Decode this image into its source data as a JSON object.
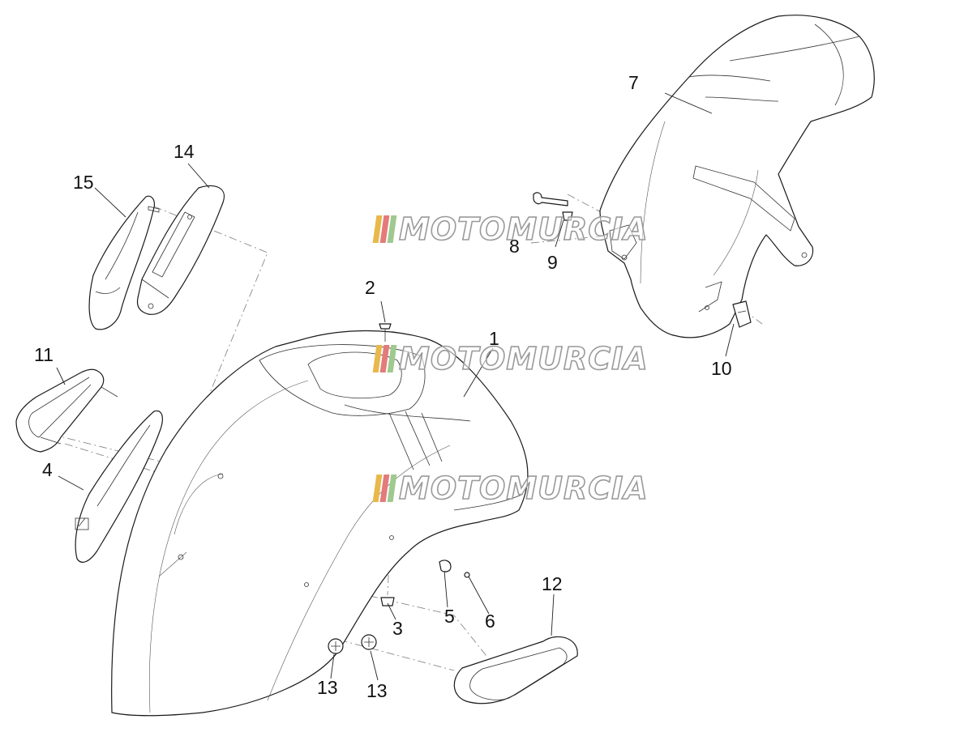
{
  "watermark": {
    "text": "MOTOMURCIA",
    "stripe_colors": [
      "#e8b84a",
      "#e47b7b",
      "#9fc98f"
    ]
  },
  "callouts": [
    {
      "id": "1",
      "label": "1"
    },
    {
      "id": "2",
      "label": "2"
    },
    {
      "id": "3",
      "label": "3"
    },
    {
      "id": "4",
      "label": "4"
    },
    {
      "id": "5",
      "label": "5"
    },
    {
      "id": "6",
      "label": "6"
    },
    {
      "id": "7",
      "label": "7"
    },
    {
      "id": "8",
      "label": "8"
    },
    {
      "id": "9",
      "label": "9"
    },
    {
      "id": "10",
      "label": "10"
    },
    {
      "id": "11",
      "label": "11"
    },
    {
      "id": "12",
      "label": "12"
    },
    {
      "id": "13a",
      "label": "13"
    },
    {
      "id": "13b",
      "label": "13"
    },
    {
      "id": "14",
      "label": "14"
    },
    {
      "id": "15",
      "label": "15"
    }
  ]
}
